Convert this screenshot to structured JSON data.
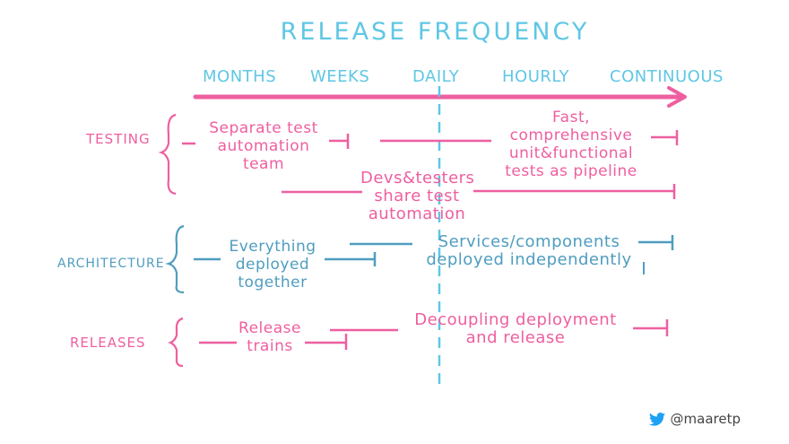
{
  "title": "RELEASE FREQUENCY",
  "axis": {
    "labels": [
      "MONTHS",
      "WEEKS",
      "DAILY",
      "HOURLY",
      "CONTINUOUS"
    ]
  },
  "categories": {
    "testing": "TESTING",
    "architecture": "ARCHITECTURE",
    "releases": "RELEASES"
  },
  "testing": {
    "separate": "Separate test automation team",
    "fast": "Fast, comprehensive unit&functional tests as pipeline",
    "shared": "Devs&testers share test automation"
  },
  "architecture": {
    "together": "Everything deployed together",
    "services": "Services/components deployed independently"
  },
  "releases": {
    "trains": "Release trains",
    "decoupling": "Decoupling deployment and release"
  },
  "credit": {
    "icon": "twitter-bird-icon",
    "handle": "@maaretp"
  },
  "colors": {
    "pink": "#ee5fa0",
    "cyan": "#5fc7e4",
    "steel": "#4f9dbf"
  }
}
